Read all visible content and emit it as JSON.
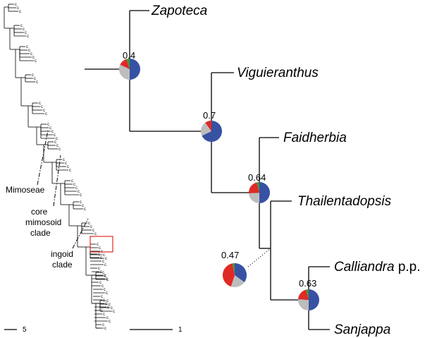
{
  "colors": {
    "blue": "#3752a3",
    "red": "#e02a25",
    "green": "#3a9a3a",
    "grey": "#bdbdbd",
    "highlight": "#e02a25"
  },
  "taxa": [
    {
      "name": "Zapoteca",
      "suffix": ""
    },
    {
      "name": "Viguieranthus",
      "suffix": ""
    },
    {
      "name": "Faidherbia",
      "suffix": ""
    },
    {
      "name": "Thailentadopsis",
      "suffix": ""
    },
    {
      "name": "Calliandra",
      "suffix": " p.p."
    },
    {
      "name": "Sanjappa",
      "suffix": ""
    }
  ],
  "nodes": [
    {
      "support": "0.4",
      "slices": [
        {
          "color": "blue",
          "v": 0.5
        },
        {
          "color": "grey",
          "v": 0.32
        },
        {
          "color": "red",
          "v": 0.13
        },
        {
          "color": "green",
          "v": 0.05
        }
      ]
    },
    {
      "support": "0.7",
      "slices": [
        {
          "color": "blue",
          "v": 0.68
        },
        {
          "color": "grey",
          "v": 0.22
        },
        {
          "color": "red",
          "v": 0.1
        }
      ]
    },
    {
      "support": "0.64",
      "slices": [
        {
          "color": "blue",
          "v": 0.5
        },
        {
          "color": "grey",
          "v": 0.24
        },
        {
          "color": "red",
          "v": 0.22
        },
        {
          "color": "green",
          "v": 0.04
        }
      ]
    },
    {
      "support": "0.47",
      "slices": [
        {
          "color": "blue",
          "v": 0.35
        },
        {
          "color": "grey",
          "v": 0.2
        },
        {
          "color": "red",
          "v": 0.42
        },
        {
          "color": "green",
          "v": 0.03
        }
      ]
    },
    {
      "support": "0.63",
      "slices": [
        {
          "color": "blue",
          "v": 0.5
        },
        {
          "color": "grey",
          "v": 0.26
        },
        {
          "color": "red",
          "v": 0.2
        },
        {
          "color": "green",
          "v": 0.04
        }
      ]
    }
  ],
  "clade_labels": [
    "Mimoseae",
    "core",
    "mimosoid",
    "clade",
    "ingoid",
    "clade"
  ],
  "scale_bars": [
    {
      "label": "5"
    },
    {
      "label": "1"
    }
  ],
  "tip_glyph": "c"
}
